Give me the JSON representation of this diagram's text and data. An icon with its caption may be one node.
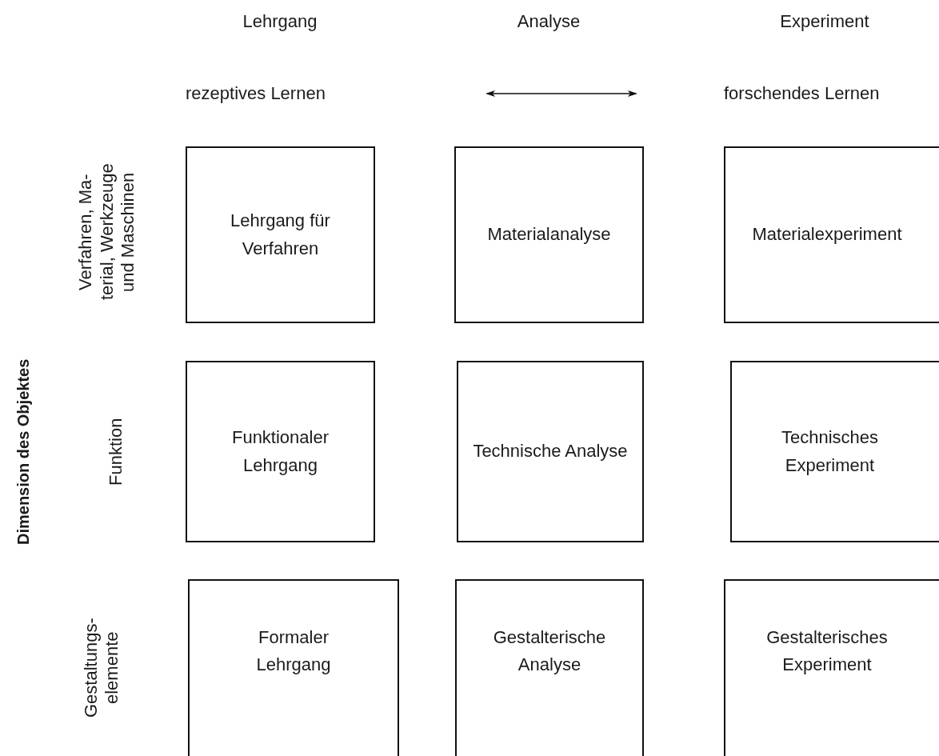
{
  "diagram": {
    "nodes": [
      {
        "text": [
          "Lehrgang für Verfahren"
        ]
      },
      {
        "text": [
          "Materialanalyse"
        ]
      },
      {
        "text": [
          "Materialexperiment"
        ]
      },
      {
        "text": [
          "Funktionaler Lehrgang"
        ]
      },
      {
        "text": [
          "Technische Analyse"
        ]
      },
      {
        "text": [
          "Technisches Experiment"
        ]
      },
      {
        "text": [
          "Formaler Lehrgang"
        ]
      },
      {
        "text": [
          "Gestalterische Analyse"
        ]
      },
      {
        "text": [
          "Gestalterisches Experiment"
        ]
      }
    ],
    "labels": [
      "Lehrgang",
      "Analyse",
      "Experiment",
      "rezeptives Lernen",
      "forschendes Lernen",
      "Verfahren, Ma- terial, Werkzeuge und Maschinen",
      "Funktion",
      "Gestaltungs- elemente",
      "Dimension des Objektes"
    ]
  }
}
